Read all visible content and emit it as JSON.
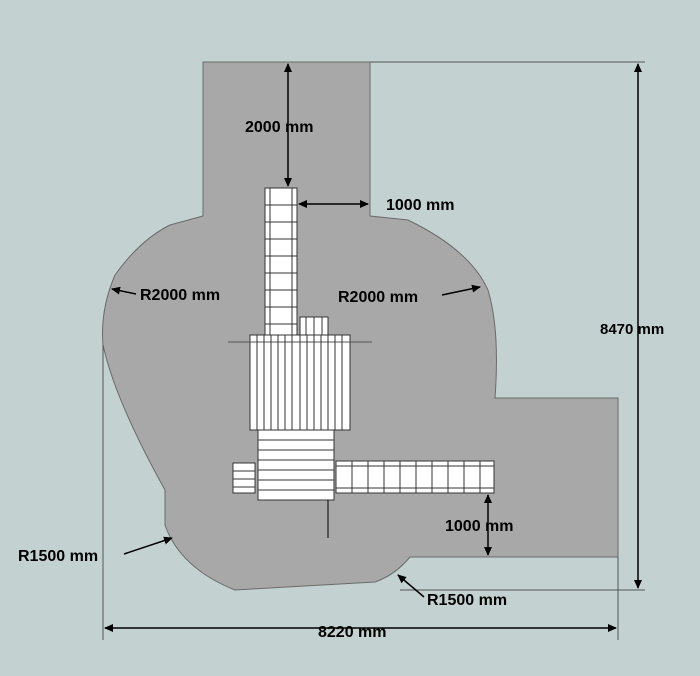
{
  "background_color": "#c4d1d1",
  "zone_color": "#a8a8a8",
  "structure_color": "#ffffff",
  "line_color": "#000000",
  "labels": {
    "top_gap": "2000 mm",
    "side_gap_top": "1000 mm",
    "radius_left_upper": "R2000 mm",
    "radius_right_upper": "R2000 mm",
    "overall_height": "8470 mm",
    "bottom_gap": "1000 mm",
    "radius_left_lower": "R1500 mm",
    "radius_bottom": "R1500 mm",
    "overall_width": "8220 mm"
  }
}
